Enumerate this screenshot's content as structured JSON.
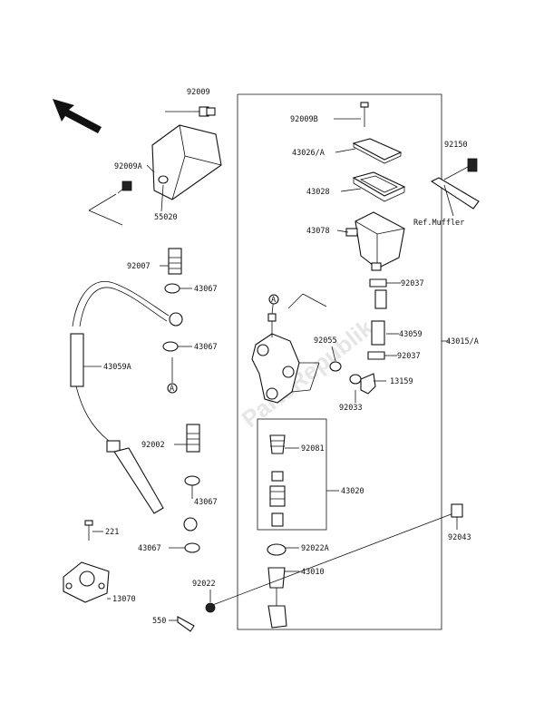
{
  "watermark": "PartsRepublik",
  "callouts": {
    "p92009": "92009",
    "p92009A": "92009A",
    "p55020": "55020",
    "p92009B": "92009B",
    "p43026A": "43026/A",
    "p92150": "92150",
    "p43028": "43028",
    "ref_muffler": "Ref.Muffler",
    "p43078": "43078",
    "p92037a": "92037",
    "p43059": "43059",
    "p92037b": "92037",
    "p43015A": "43015/A",
    "p13159": "13159",
    "p92055": "92055",
    "p92033": "92033",
    "p92007a": "92007",
    "p43067a": "43067",
    "p43067b": "43067",
    "p43059A": "43059A",
    "p92002": "92002",
    "p92081": "92081",
    "p43020": "43020",
    "p43067c": "43067",
    "p43067d": "43067",
    "p221": "221",
    "p92022A": "92022A",
    "p92043": "92043",
    "p13070": "13070",
    "p43010": "43010",
    "p92022": "92022",
    "p550": "550",
    "ref_a1": "A",
    "ref_a2": "A"
  }
}
